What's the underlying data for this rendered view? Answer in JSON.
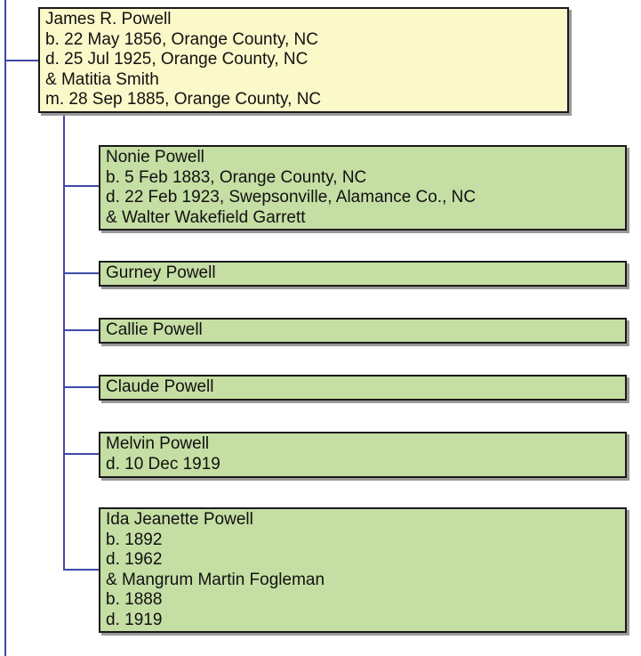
{
  "colors": {
    "connector": "#3f4aa6",
    "parent_fill": "#fbf8c9",
    "child_fill": "#c5dea4",
    "border": "#1a1a1a",
    "shadow": "#9a9a9a"
  },
  "parent": {
    "lines": [
      "James R. Powell",
      "b. 22 May 1856, Orange County, NC",
      "d. 25 Jul 1925, Orange County, NC",
      "& Matitia Smith",
      "m. 28 Sep 1885, Orange County, NC"
    ]
  },
  "children": [
    {
      "lines": [
        "Nonie Powell",
        "b. 5 Feb 1883, Orange County, NC",
        "d. 22 Feb 1923, Swepsonville, Alamance Co., NC",
        "& Walter Wakefield Garrett"
      ]
    },
    {
      "lines": [
        "Gurney Powell"
      ]
    },
    {
      "lines": [
        "Callie Powell"
      ]
    },
    {
      "lines": [
        "Claude Powell"
      ]
    },
    {
      "lines": [
        "Melvin Powell",
        "d. 10 Dec 1919"
      ]
    },
    {
      "lines": [
        "Ida Jeanette Powell",
        "b. 1892",
        "d. 1962",
        "& Mangrum Martin Fogleman",
        "b. 1888",
        "d. 1919"
      ]
    }
  ]
}
